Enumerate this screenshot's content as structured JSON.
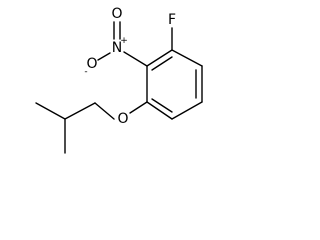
{
  "structure": {
    "atoms": {
      "fluorine": "F",
      "nitro_nitrogen": "N",
      "nitro_nitrogen_charge": "+",
      "nitro_oxygen_double": "O",
      "nitro_oxygen_single": "O",
      "nitro_oxygen_single_charge": "-",
      "ether_oxygen": "O"
    }
  }
}
